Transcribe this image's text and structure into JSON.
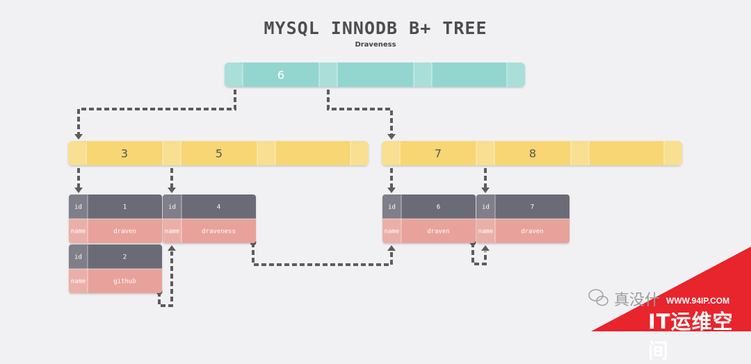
{
  "title": "MYSQL INNODB B+ TREE",
  "subtitle": "Draveness",
  "colors": {
    "root": "#93d6cf",
    "internal": "#f7d673",
    "leaf_header": "#6b6b77",
    "leaf_row": "#e8a29b",
    "arrow": "#5c5c5c"
  },
  "root_node": {
    "keys": [
      "6"
    ]
  },
  "internal_nodes": [
    {
      "keys": [
        "3",
        "5"
      ]
    },
    {
      "keys": [
        "7",
        "8"
      ]
    }
  ],
  "records": [
    {
      "id_label": "id",
      "id": "1",
      "name_label": "name",
      "name": "draven"
    },
    {
      "id_label": "id",
      "id": "2",
      "name_label": "name",
      "name": "github"
    },
    {
      "id_label": "id",
      "id": "4",
      "name_label": "name",
      "name": "draveness"
    },
    {
      "id_label": "id",
      "id": "6",
      "name_label": "name",
      "name": "draven"
    },
    {
      "id_label": "id",
      "id": "7",
      "name_label": "name",
      "name": "draven"
    }
  ],
  "watermark": {
    "brand": "真没什",
    "url": "WWW.94IP.COM",
    "site_name": "IT运维空间"
  }
}
